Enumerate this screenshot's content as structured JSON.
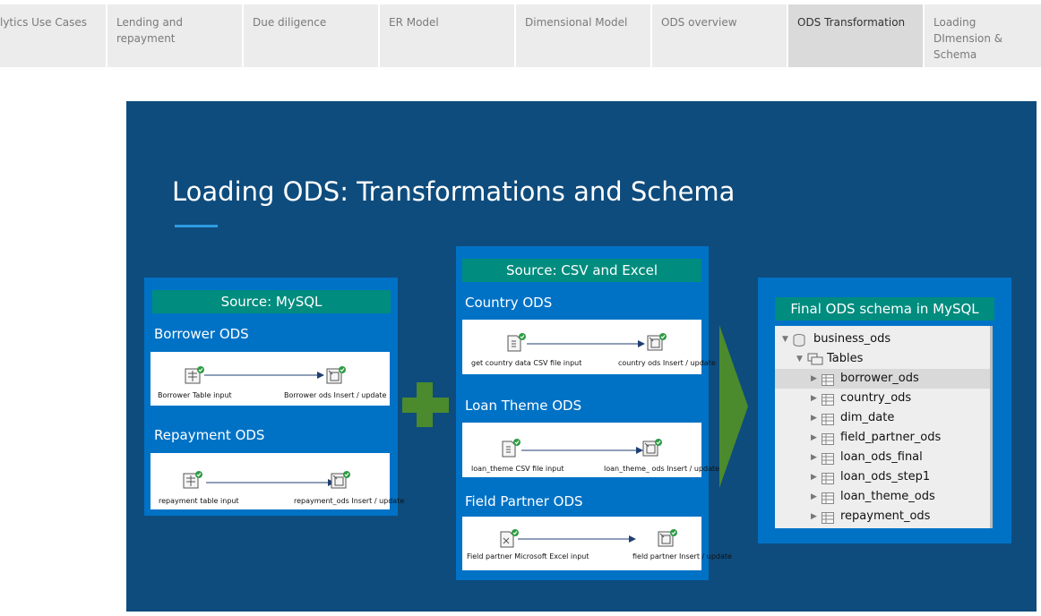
{
  "tabs": [
    {
      "label": "lytics Use Cases",
      "active": false
    },
    {
      "label": "Lending and repayment",
      "active": false
    },
    {
      "label": "Due diligence",
      "active": false
    },
    {
      "label": "ER Model",
      "active": false
    },
    {
      "label": "Dimensional Model",
      "active": false
    },
    {
      "label": "ODS overview",
      "active": false
    },
    {
      "label": "ODS Transformation",
      "active": true
    },
    {
      "label": "Loading DImension & Schema",
      "active": false
    }
  ],
  "slide": {
    "title": "Loading ODS: Transformations and Schema",
    "mysql_source": {
      "header": "Source: MySQL",
      "sections": [
        {
          "label": "Borrower ODS",
          "input_step": "Borrower Table input",
          "output_step": "Borrower ods Insert / update"
        },
        {
          "label": "Repayment ODS",
          "input_step": "repayment table input",
          "output_step": "repayment_ods Insert / update"
        }
      ]
    },
    "file_source": {
      "header": "Source: CSV and Excel",
      "sections": [
        {
          "label": "Country ODS",
          "input_step": "get country data CSV file input",
          "output_step": "country ods Insert / update"
        },
        {
          "label": "Loan Theme ODS",
          "input_step": "loan_theme CSV file input",
          "output_step": "loan_theme_ ods Insert / update"
        },
        {
          "label": "Field Partner ODS",
          "input_step": "Field partner Microsoft Excel input",
          "output_step": "field partner Insert / update"
        }
      ]
    },
    "schema": {
      "header": "Final ODS schema in MySQL",
      "database": "business_ods",
      "folder": "Tables",
      "tables": [
        "borrower_ods",
        "country_ods",
        "dim_date",
        "field_partner_ods",
        "loan_ods_final",
        "loan_ods_step1",
        "loan_theme_ods",
        "repayment_ods"
      ],
      "selected_table": "borrower_ods"
    },
    "colors": {
      "slide_bg": "#0e4c7d",
      "panel_bg": "#0072c6",
      "header_green": "#008c7e",
      "connector_green": "#4b8a2d",
      "accent_line": "#2d9be0"
    }
  }
}
